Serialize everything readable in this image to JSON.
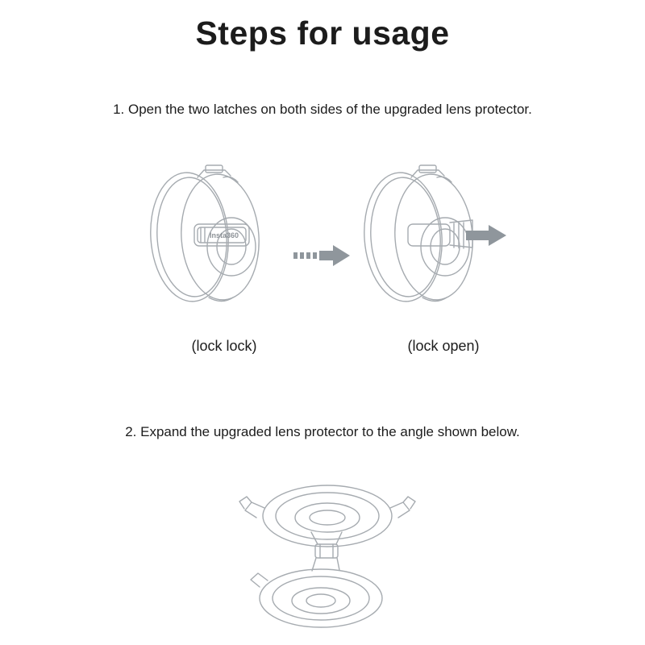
{
  "page": {
    "title": "Steps for usage",
    "step1": "1. Open the two latches on both sides of the upgraded lens protector.",
    "step2": "2. Expand the upgraded lens protector to the angle shown below.",
    "caption_left": "(lock lock)",
    "caption_right": "(lock open)",
    "brand_label": "Insta360"
  },
  "figures": {
    "left_figure": "lens protector with latch locked",
    "right_figure": "lens protector with latch open",
    "bottom_figure": "lens protector expanded at angle",
    "transition": "pixelated right arrow between locked and open states"
  },
  "colors": {
    "text": "#1c1c1c",
    "line": "#a6abb0",
    "arrow": "#8f969c"
  }
}
